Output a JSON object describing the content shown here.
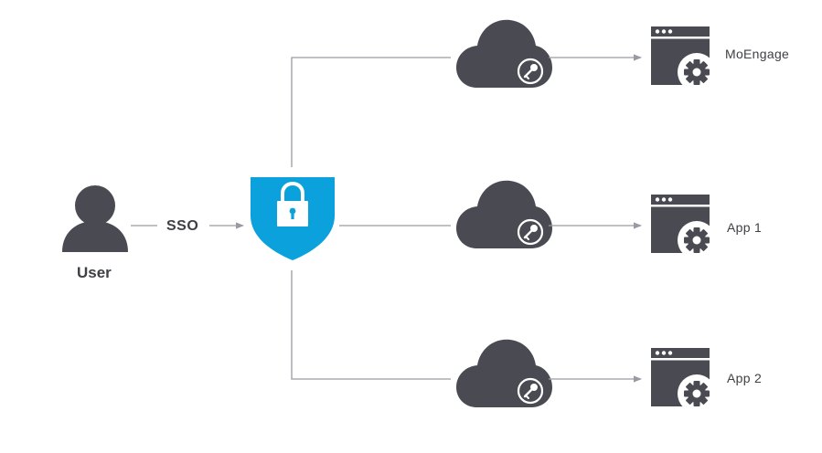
{
  "user": {
    "label": "User",
    "icon": "user-icon"
  },
  "sso": {
    "label": "SSO",
    "icon": "shield-lock-icon",
    "shield_color": "#0aa1dd"
  },
  "connection": {
    "icon": "cloud-key-icon"
  },
  "apps": [
    {
      "label": "MoEngage",
      "icon": "app-window-gear-icon"
    },
    {
      "label": "App 1",
      "icon": "app-window-gear-icon"
    },
    {
      "label": "App 2",
      "icon": "app-window-gear-icon"
    }
  ],
  "colors": {
    "icon_dark": "#4a4a52",
    "line": "#9a9aa2",
    "shield": "#0aa1dd",
    "text": "#3f3f44"
  }
}
